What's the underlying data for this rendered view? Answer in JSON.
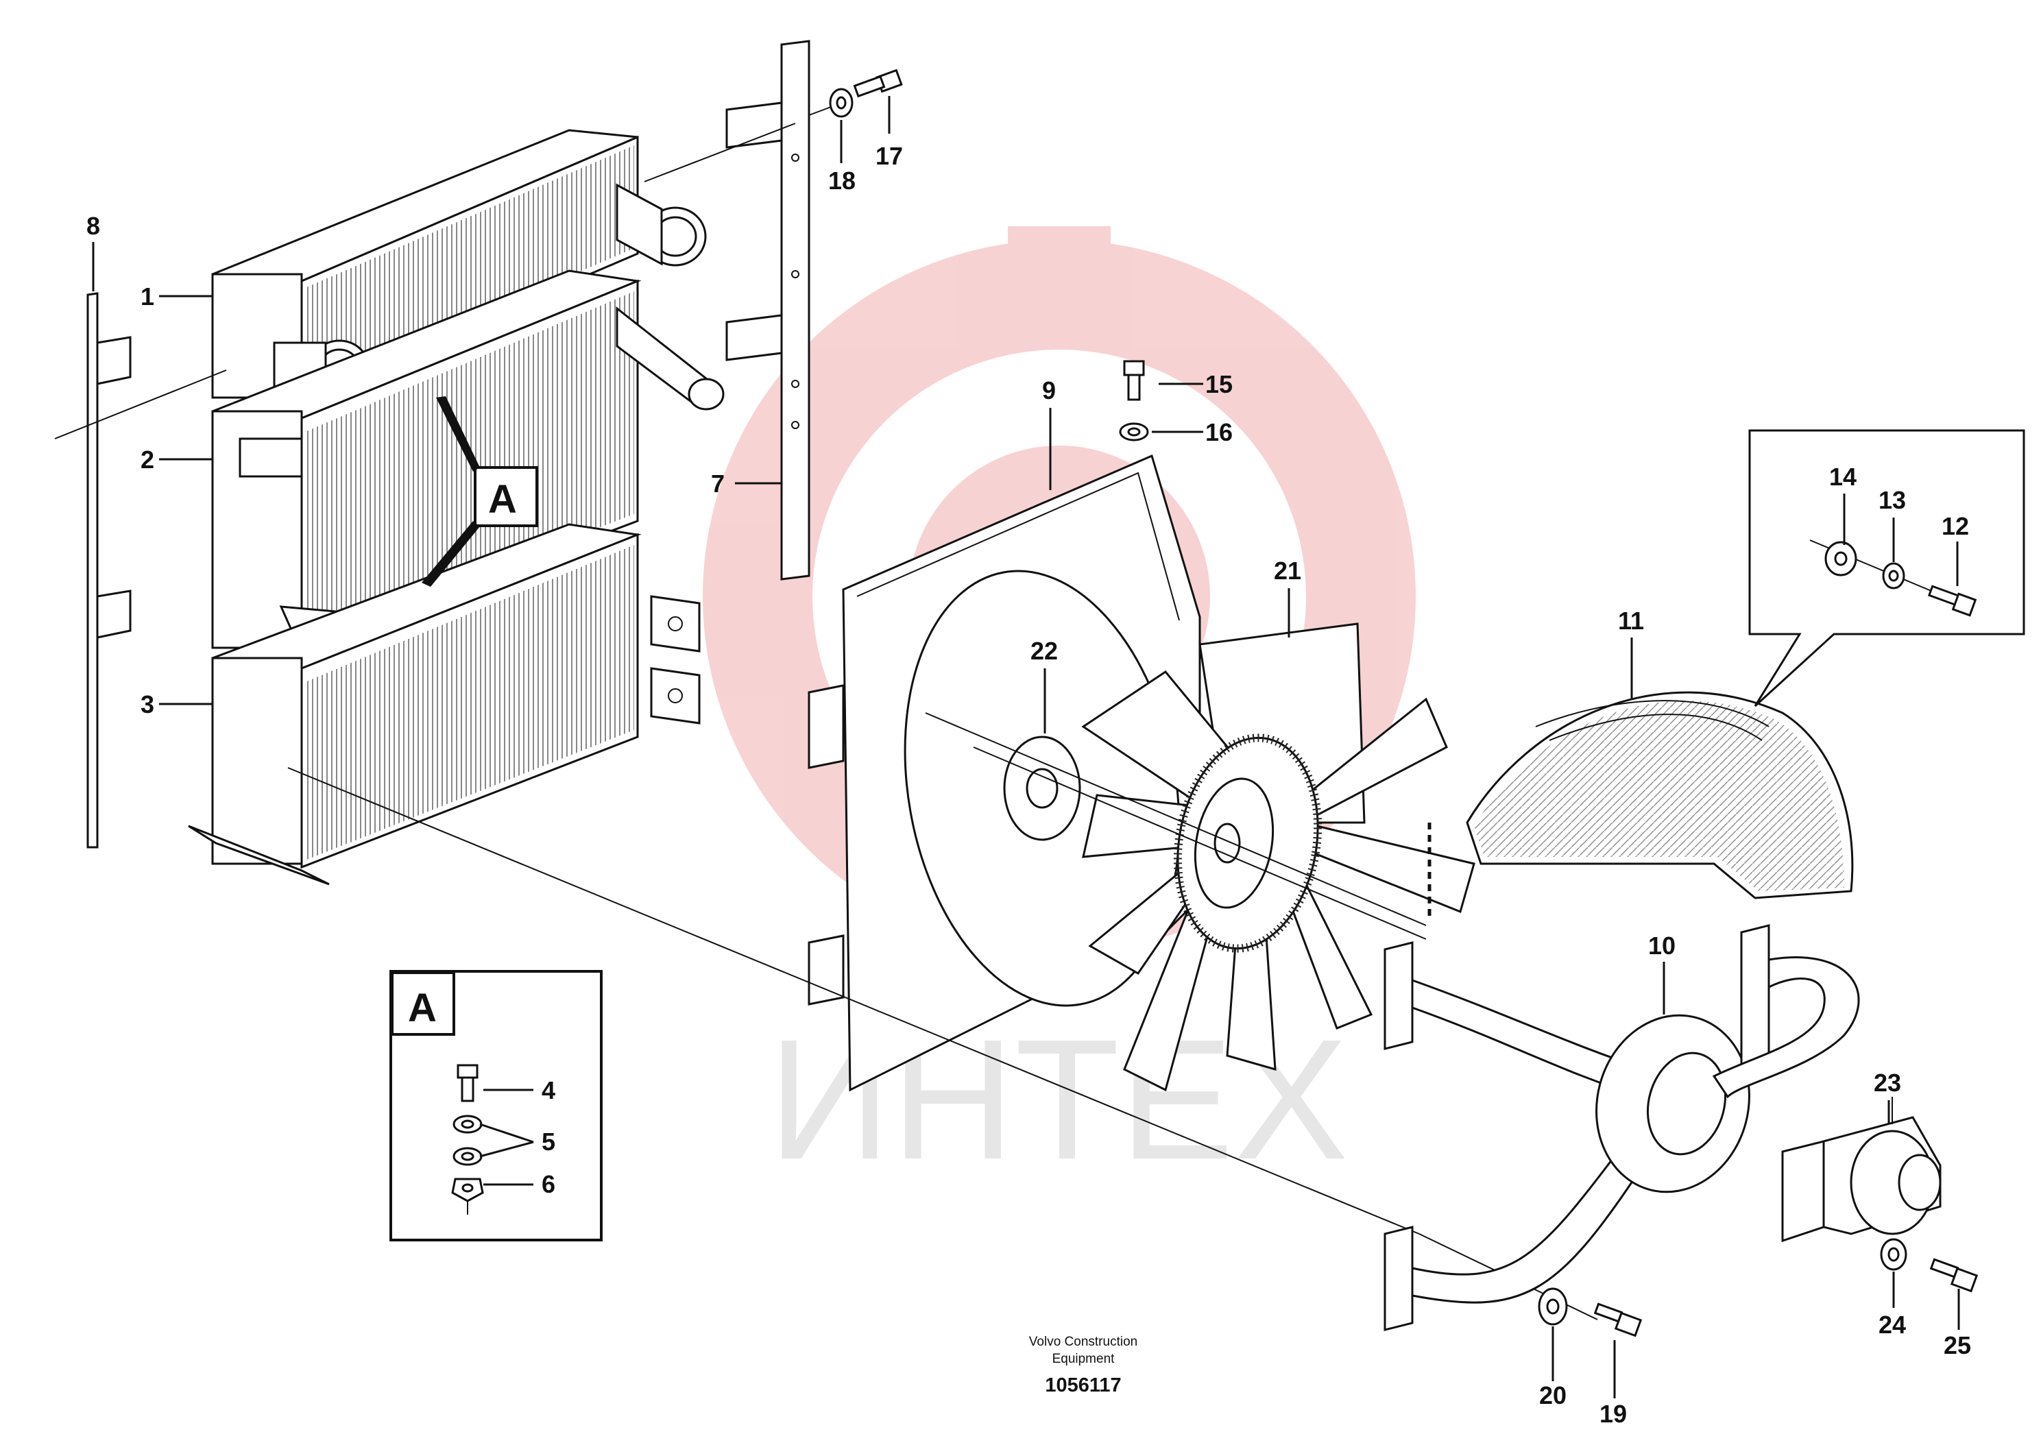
{
  "diagram": {
    "callouts": [
      "1",
      "2",
      "3",
      "4",
      "5",
      "6",
      "7",
      "8",
      "9",
      "10",
      "11",
      "12",
      "13",
      "14",
      "15",
      "16",
      "17",
      "18",
      "19",
      "20",
      "21",
      "22",
      "23",
      "24",
      "25"
    ],
    "detail_label": "A",
    "inset_label": "A"
  },
  "watermark": {
    "text": "ИНТЕХ",
    "color": "#e8e8e8",
    "logo_color": "#f6c8c8"
  },
  "footer": {
    "line1": "Volvo Construction",
    "line2": "Equipment",
    "doc_id": "1056117"
  }
}
